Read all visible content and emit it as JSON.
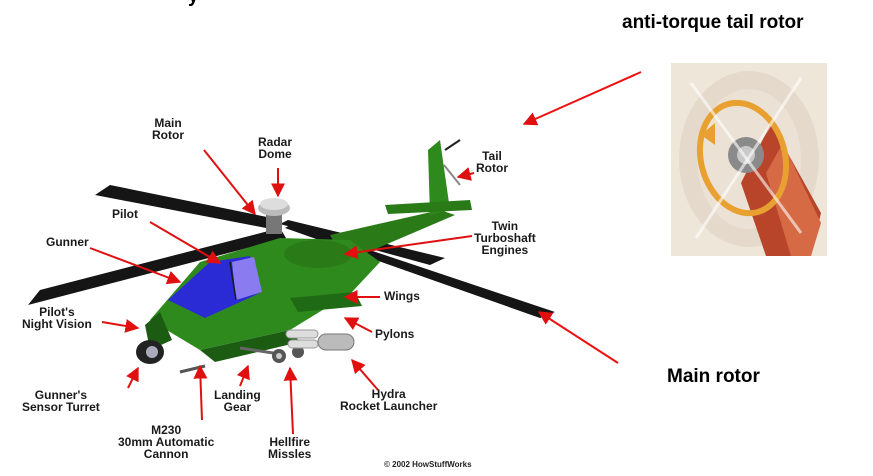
{
  "slide": {
    "top_cut_text": "y",
    "tail_rotor_label": "anti-torque tail rotor",
    "main_rotor_label": "Main  rotor"
  },
  "diagram": {
    "labels": {
      "main_rotor": [
        "Main",
        "Rotor"
      ],
      "radar_dome": [
        "Radar",
        "Dome"
      ],
      "tail_rotor": [
        "Tail",
        "Rotor"
      ],
      "pilot": [
        "Pilot"
      ],
      "gunner": [
        "Gunner"
      ],
      "twin_engines": [
        "Twin",
        "Turboshaft",
        "Engines"
      ],
      "wings": [
        "Wings"
      ],
      "pilots_night_vision": [
        "Pilot's",
        "Night Vision"
      ],
      "pylons": [
        "Pylons"
      ],
      "gunners_sensor_turret": [
        "Gunner's",
        "Sensor Turret"
      ],
      "landing_gear": [
        "Landing",
        "Gear"
      ],
      "m230_cannon": [
        "M230",
        "30mm Automatic",
        "Cannon"
      ],
      "hellfire_missles": [
        "Hellfire",
        "Missles"
      ],
      "hydra_launcher": [
        "Hydra",
        "Rocket Launcher"
      ]
    },
    "copyright": "© 2002 HowStuffWorks"
  },
  "colors": {
    "body_green": "#2f8a1e",
    "dark_green": "#1c5c12",
    "canopy_blue": "#2b2bd6",
    "rotor_black": "#151515",
    "pointer_red": "#e01010",
    "photo_orange": "#e8a030"
  }
}
